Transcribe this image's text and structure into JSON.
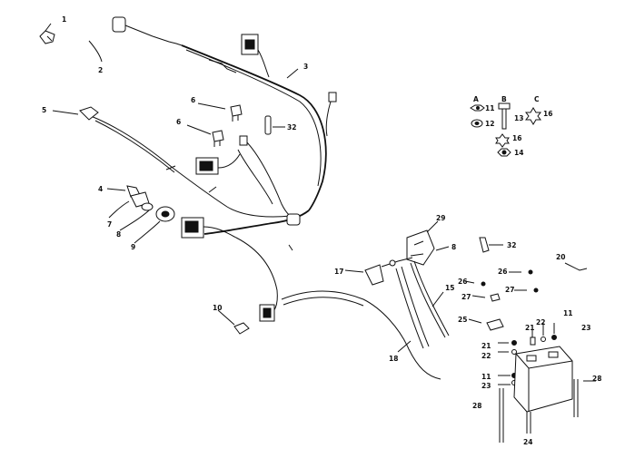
{
  "diagram": {
    "callouts": [
      {
        "id": "c1",
        "text": "1"
      },
      {
        "id": "c2",
        "text": "2"
      },
      {
        "id": "c3",
        "text": "3"
      },
      {
        "id": "c5",
        "text": "5"
      },
      {
        "id": "c6a",
        "text": "6"
      },
      {
        "id": "c6b",
        "text": "6"
      },
      {
        "id": "c32a",
        "text": "32"
      },
      {
        "id": "c4",
        "text": "4"
      },
      {
        "id": "c7",
        "text": "7"
      },
      {
        "id": "c8a",
        "text": "8"
      },
      {
        "id": "c9",
        "text": "9"
      },
      {
        "id": "c10",
        "text": "10"
      },
      {
        "id": "c17",
        "text": "17"
      },
      {
        "id": "c29",
        "text": "29"
      },
      {
        "id": "c8b",
        "text": "8"
      },
      {
        "id": "c32b",
        "text": "32"
      },
      {
        "id": "c15",
        "text": "15"
      },
      {
        "id": "c18",
        "text": "18"
      },
      {
        "id": "c20",
        "text": "20"
      },
      {
        "id": "c26a",
        "text": "26"
      },
      {
        "id": "c26b",
        "text": "26"
      },
      {
        "id": "c27a",
        "text": "27"
      },
      {
        "id": "c27b",
        "text": "27"
      },
      {
        "id": "c25",
        "text": "25"
      },
      {
        "id": "c21a",
        "text": "21"
      },
      {
        "id": "c22a",
        "text": "22"
      },
      {
        "id": "c11a",
        "text": "11"
      },
      {
        "id": "c23a",
        "text": "23"
      },
      {
        "id": "c21b",
        "text": "21"
      },
      {
        "id": "c22b",
        "text": "22"
      },
      {
        "id": "c11b",
        "text": "11"
      },
      {
        "id": "c23b",
        "text": "23"
      },
      {
        "id": "c28a",
        "text": "28"
      },
      {
        "id": "c28b",
        "text": "28"
      },
      {
        "id": "c24",
        "text": "24"
      }
    ],
    "hardware_key": [
      {
        "letter": "A",
        "parts": [
          "11",
          "12"
        ]
      },
      {
        "letter": "B",
        "parts": [
          "13"
        ]
      },
      {
        "letter": "C",
        "parts": [
          "16",
          "14"
        ]
      }
    ]
  }
}
